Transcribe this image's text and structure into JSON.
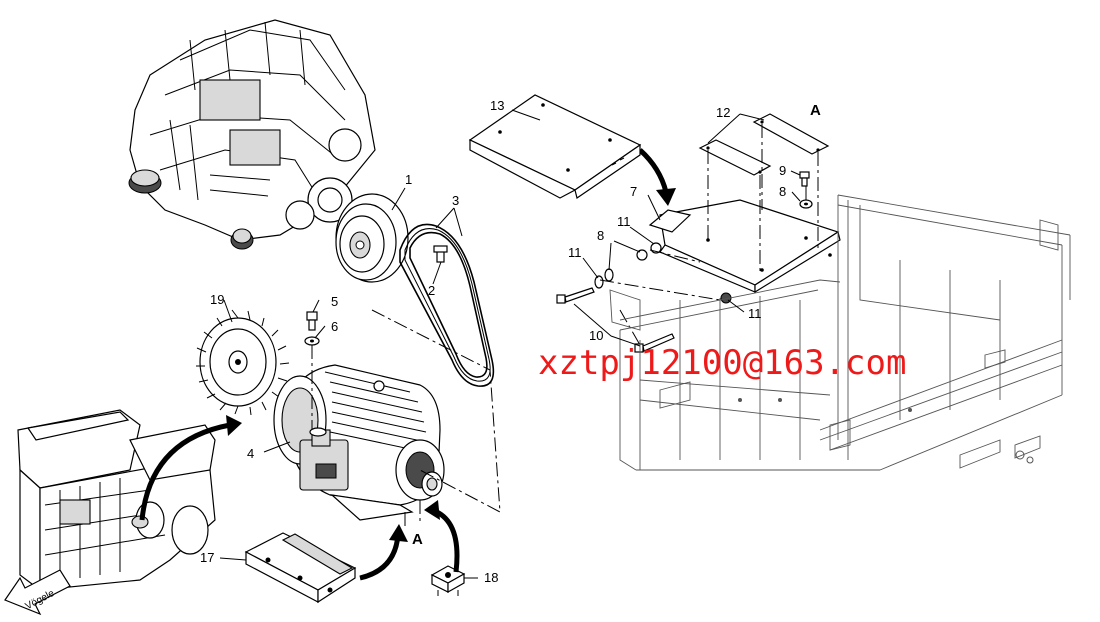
{
  "callouts": {
    "c1": "1",
    "c2": "2",
    "c3": "3",
    "c4": "4",
    "c5": "5",
    "c6": "6",
    "c7": "7",
    "c8a": "8",
    "c8b": "8",
    "c9": "9",
    "c10": "10",
    "c11a": "11",
    "c11b": "11",
    "c11c": "11",
    "c12": "12",
    "c13": "13",
    "c17": "17",
    "c18": "18",
    "c19": "19"
  },
  "markers": {
    "a_bracket": "A",
    "a_motor": "A"
  },
  "brand_sign": "Vögele",
  "watermark": "xztpj12100@163.com",
  "colors": {
    "watermark": "#ee1a1a",
    "line": "#000000",
    "frame_line": "#555555"
  }
}
